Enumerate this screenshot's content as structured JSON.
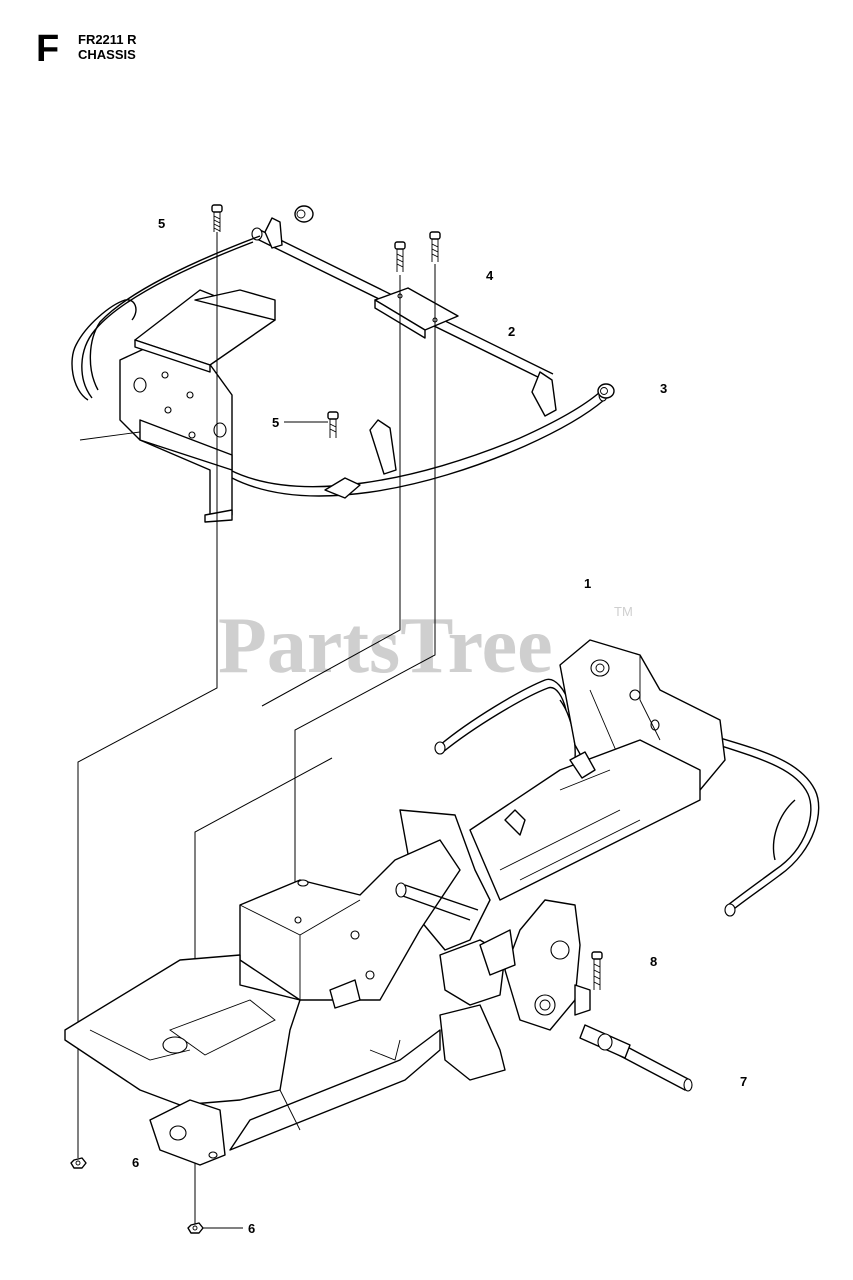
{
  "header": {
    "section": "F",
    "model": "FR2211 R",
    "title": "CHASSIS"
  },
  "watermark": {
    "text": "PartsTree",
    "tm": "TM"
  },
  "callouts": [
    {
      "id": "c1",
      "label": "1"
    },
    {
      "id": "c2",
      "label": "2"
    },
    {
      "id": "c3",
      "label": "3"
    },
    {
      "id": "c4",
      "label": "4"
    },
    {
      "id": "c5a",
      "label": "5"
    },
    {
      "id": "c5b",
      "label": "5"
    },
    {
      "id": "c6a",
      "label": "6"
    },
    {
      "id": "c6b",
      "label": "6"
    },
    {
      "id": "c7",
      "label": "7"
    },
    {
      "id": "c8",
      "label": "8"
    }
  ]
}
